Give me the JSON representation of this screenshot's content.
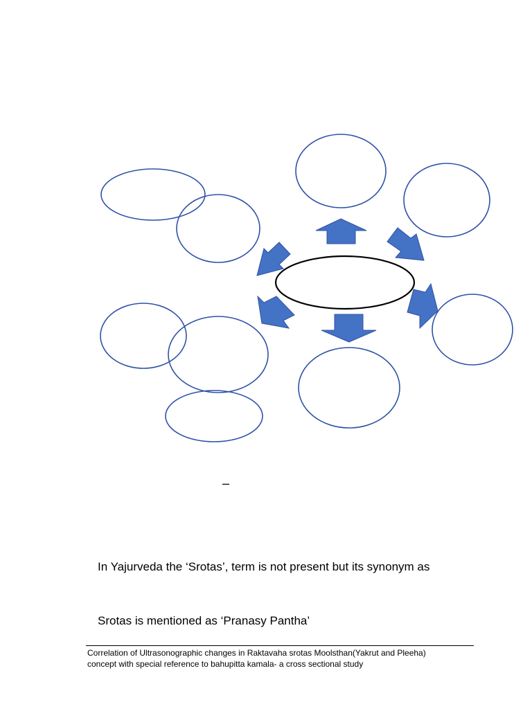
{
  "diagram": {
    "colors": {
      "outline": "#2F52A6",
      "arrow_fill": "#4472C4",
      "center_outline": "#000000"
    }
  },
  "content": {
    "dash": "–",
    "line1": "In Yajurveda the ‘Srotas’, term is not present but its synonym as",
    "line2": "Srotas is mentioned as ‘Pranasy Pantha’"
  },
  "footer": {
    "line1": "Correlation of Ultrasonographic changes in Raktavaha srotas Moolsthan(Yakrut and Pleeha)",
    "line2": "concept with special reference to bahupitta kamala- a cross sectional study"
  }
}
